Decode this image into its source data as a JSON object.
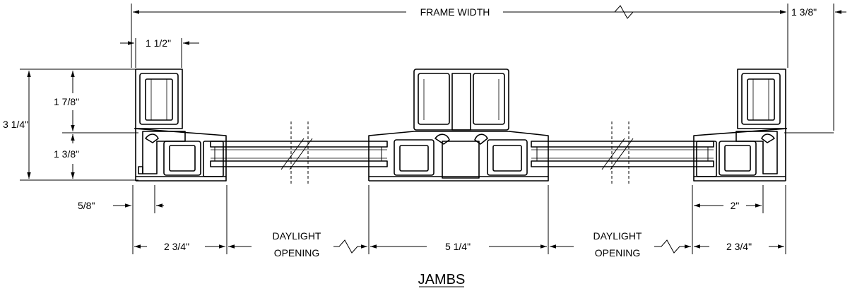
{
  "drawing": {
    "title": "JAMBS",
    "dimensions": {
      "frame_width": "FRAME WIDTH",
      "top_right_offset": "1 3/8\"",
      "top_left_width": "1 1/2\"",
      "overall_height": "3 1/4\"",
      "upper_height": "1 7/8\"",
      "lower_height": "1 3/8\"",
      "face_offset": "5/8\"",
      "left_jamb_width": "2 3/4\"",
      "daylight_line1": "DAYLIGHT",
      "daylight_line2": "OPENING",
      "center_mullion_width": "5 1/4\"",
      "right_inner_width": "2\"",
      "right_jamb_width": "2 3/4\""
    }
  }
}
